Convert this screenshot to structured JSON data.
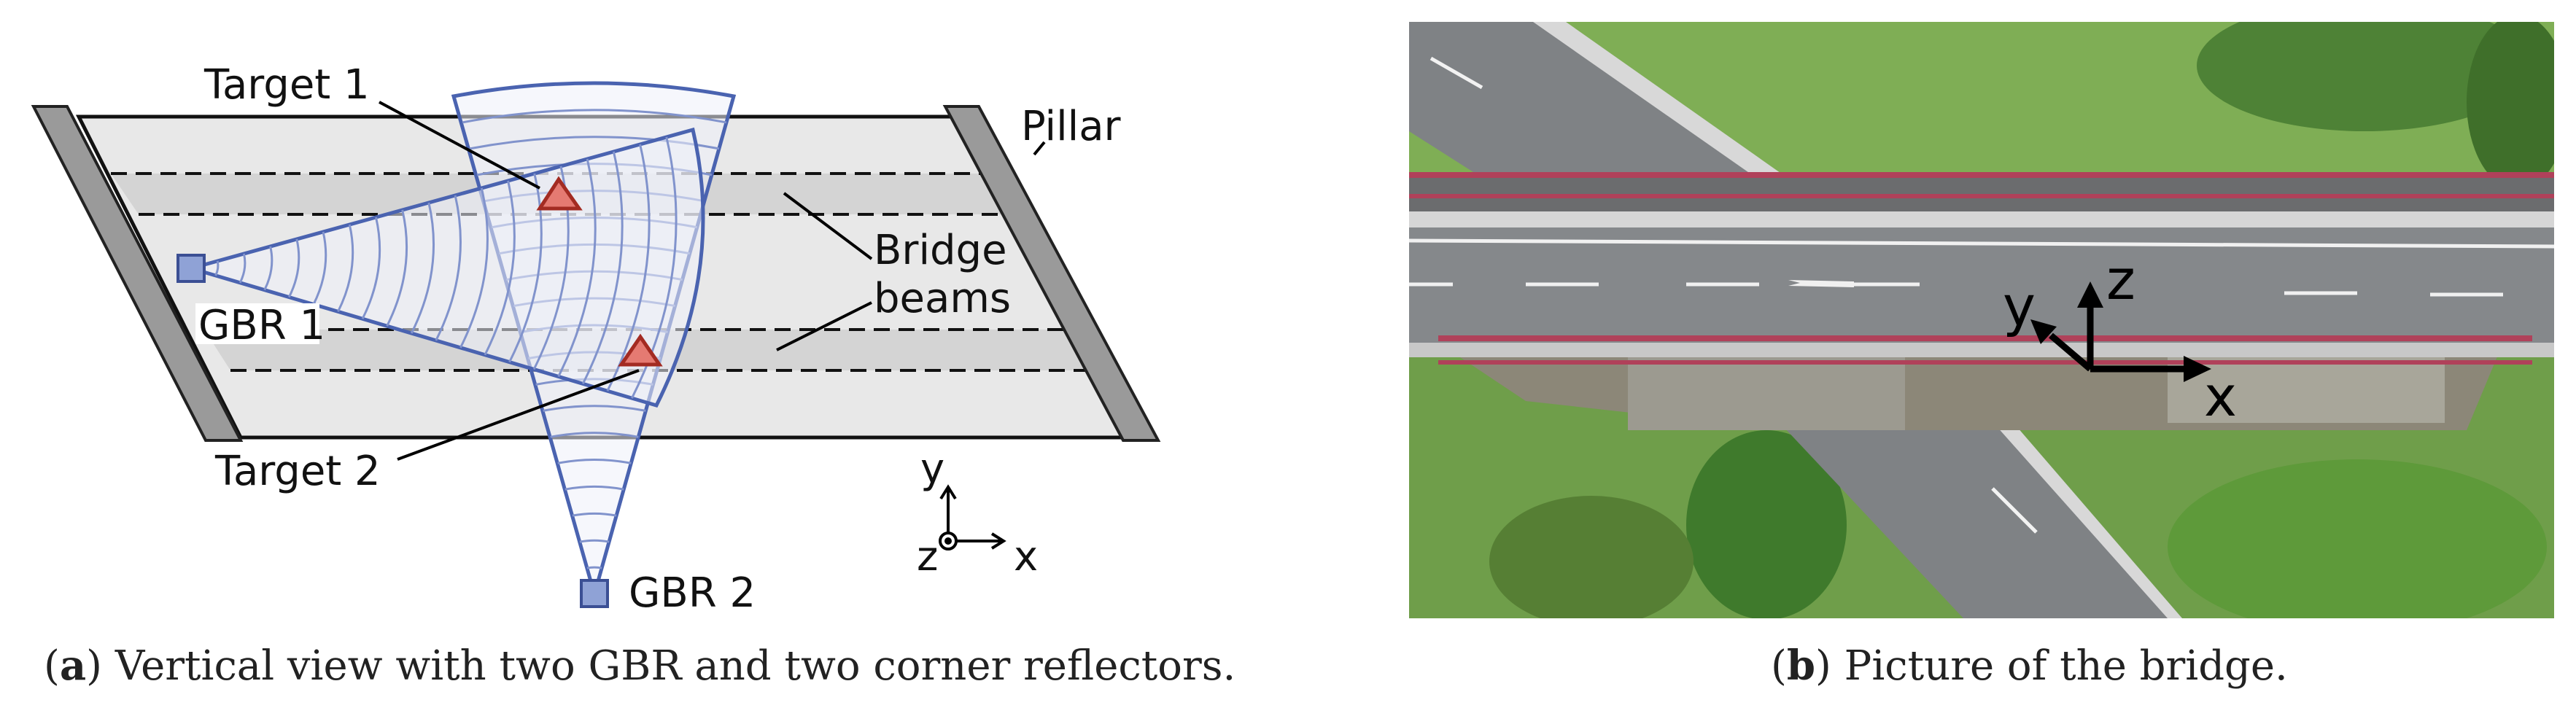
{
  "panel_a": {
    "labels": {
      "target1": "Target 1",
      "target2": "Target 2",
      "pillar": "Pillar",
      "bridge_beams_1": "Bridge",
      "bridge_beams_2": "beams",
      "gbr1": "GBR 1",
      "gbr2": "GBR 2",
      "axis_x": "x",
      "axis_y": "y",
      "axis_z": "z"
    },
    "caption": {
      "letter": "a",
      "text": " Vertical view with two GBR and two corner reflectors."
    },
    "colors": {
      "radar_blue": "#4a63b0",
      "target_red": "#d9534f",
      "deck_gray": "#e8e8e8",
      "lane_gray": "#d4d4d4",
      "pillar_gray": "#9a9a9a"
    }
  },
  "panel_b": {
    "axes": {
      "x": "x",
      "y": "y",
      "z": "z"
    },
    "caption": {
      "letter": "b",
      "text": " Picture of the bridge."
    }
  }
}
